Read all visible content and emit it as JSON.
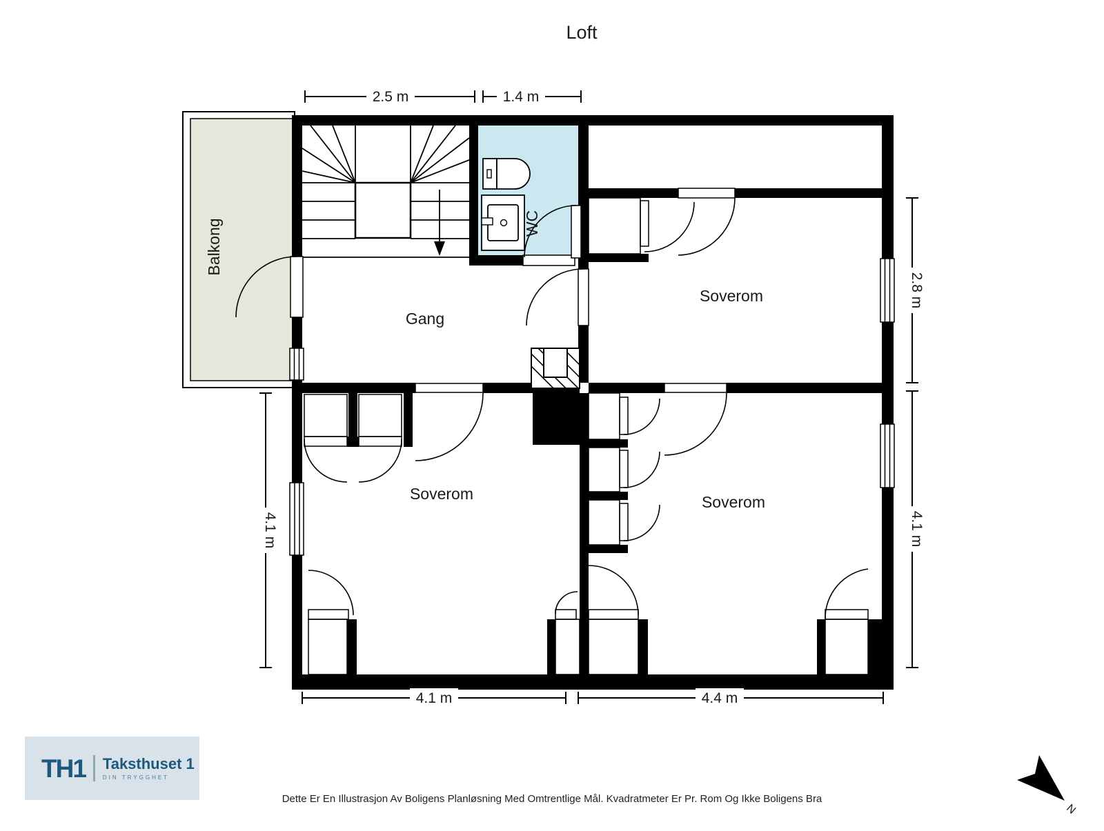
{
  "title": "Loft",
  "rooms": {
    "balkong": "Balkong",
    "wc": "WC",
    "gang": "Gang",
    "soverom_top_right": "Soverom",
    "soverom_bottom_left": "Soverom",
    "soverom_bottom_right": "Soverom"
  },
  "dimensions": {
    "top_stairs_width": "2.5 m",
    "top_wc_width": "1.4 m",
    "right_upper_height": "2.8 m",
    "right_lower_height": "4.1 m",
    "left_height": "4.1 m",
    "bottom_left_width": "4.1 m",
    "bottom_right_width": "4.4 m"
  },
  "compass": {
    "north_label": "N"
  },
  "colors": {
    "wall": "#000000",
    "balcony_fill": "#e4e8da",
    "wc_fill": "#cbe7ef",
    "logo_blue": "#1f587e",
    "logo_background": "#d9e2e8"
  },
  "logo": {
    "monogram": "TH1",
    "company": "Taksthuset 1",
    "tagline": "DIN TRYGGHET"
  },
  "footer": {
    "disclaimer": "Dette Er En Illustrasjon Av Boligens Planløsning Med Omtrentlige Mål. Kvadratmeter Er Pr. Rom Og Ikke Boligens Bra"
  }
}
